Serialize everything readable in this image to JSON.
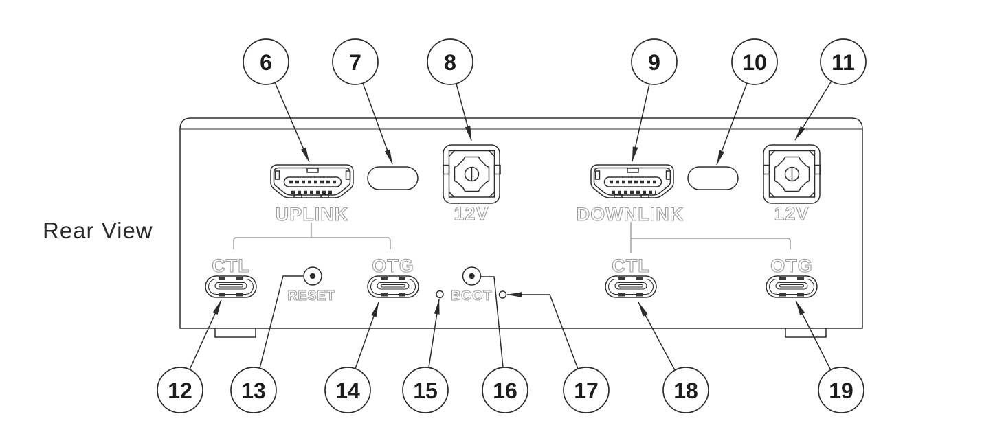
{
  "view_label": "Rear View",
  "colors": {
    "outline": "#2e2e2e",
    "leader": "#2b2b2b",
    "label_outline": "#9e9e9e",
    "bracket": "#9e9e9e",
    "number": "#1d1d1d",
    "background": "#ffffff"
  },
  "port_labels": {
    "uplink": "UPLINK",
    "downlink": "DOWNLINK",
    "power_left": "12V",
    "power_right": "12V",
    "ctl_left": "CTL",
    "otg_left": "OTG",
    "ctl_right": "CTL",
    "otg_right": "OTG",
    "reset": "RESET",
    "boot": "BOOT"
  },
  "callouts": {
    "c6": "6",
    "c7": "7",
    "c8": "8",
    "c9": "9",
    "c10": "10",
    "c11": "11",
    "c12": "12",
    "c13": "13",
    "c14": "14",
    "c15": "15",
    "c16": "16",
    "c17": "17",
    "c18": "18",
    "c19": "19"
  }
}
